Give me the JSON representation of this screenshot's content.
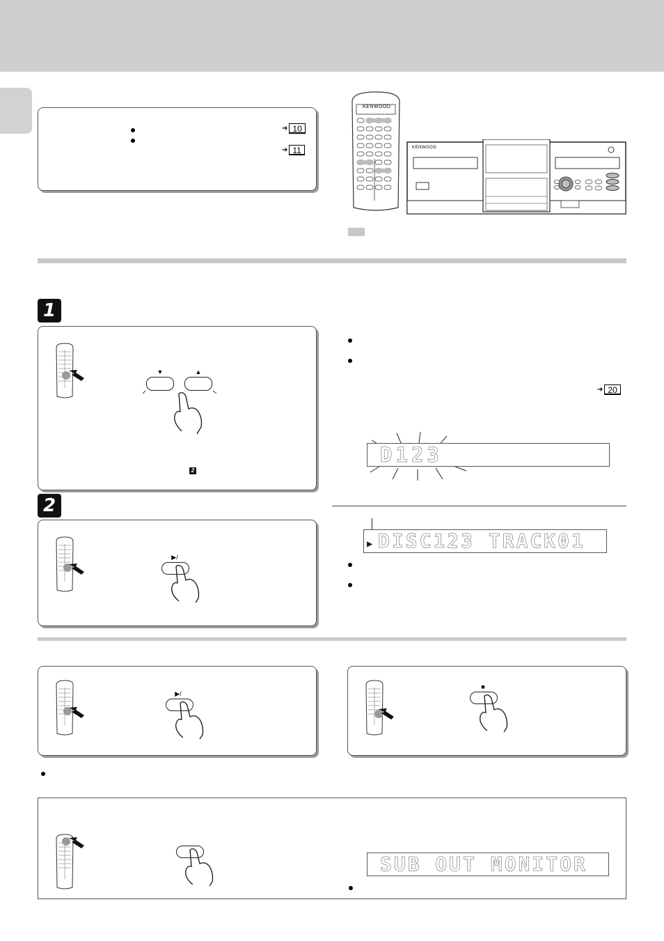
{
  "colors": {
    "header_band": "#cfcfcf",
    "rule": "#c9c9c9",
    "key_highlight": "#c7c7c7"
  },
  "icons": [
    "remote-control-icon",
    "cd-changer-icon",
    "pointing-hand-icon",
    "press-arrow-icon",
    "book-reference-icon",
    "sparkle-burst-icon"
  ],
  "refs": {
    "r1": "10",
    "r2": "11",
    "r3": "20"
  },
  "remote": {
    "brand": "KENWOOD"
  },
  "player": {
    "brand": "KENWOOD"
  },
  "steps": {
    "s1": "1",
    "s2": "2",
    "inline_ref": "2"
  },
  "displays": {
    "d1": "D123",
    "d2": "DISC123 TRACK01",
    "d3": "SUB OUT MONITOR"
  }
}
